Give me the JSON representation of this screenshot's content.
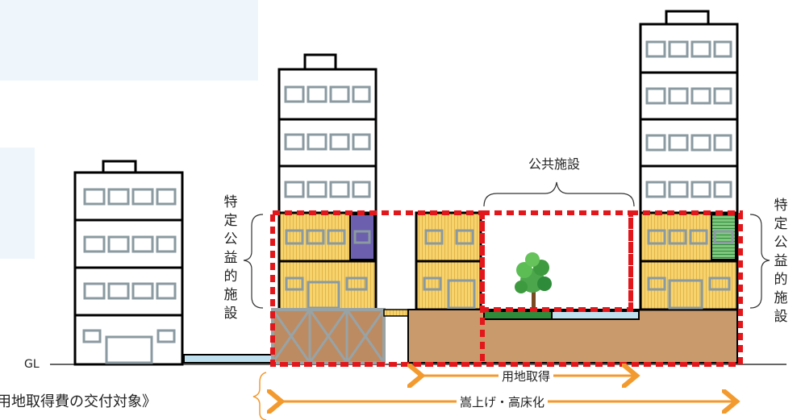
{
  "labels": {
    "public_facility": "公共施設",
    "specified_left": "特定公益的施設",
    "specified_right": "特定公益的施設",
    "gl": "GL",
    "land_acquisition": "用地取得",
    "raised_floor": "嵩上げ・高床化",
    "subsidy_note": "用地取得費の交付対象》"
  },
  "colors": {
    "facility_fill": "#f7d36e",
    "ground_fill": "#c99a6b",
    "dashed_border": "#e3171b",
    "arrow": "#f39a2e",
    "purple_window": "#6b5fae",
    "green_window": "#3fae49",
    "park_green": "#2e8b3a",
    "water": "#bfe0ee",
    "pilotis_fill": "#bd8b62"
  }
}
